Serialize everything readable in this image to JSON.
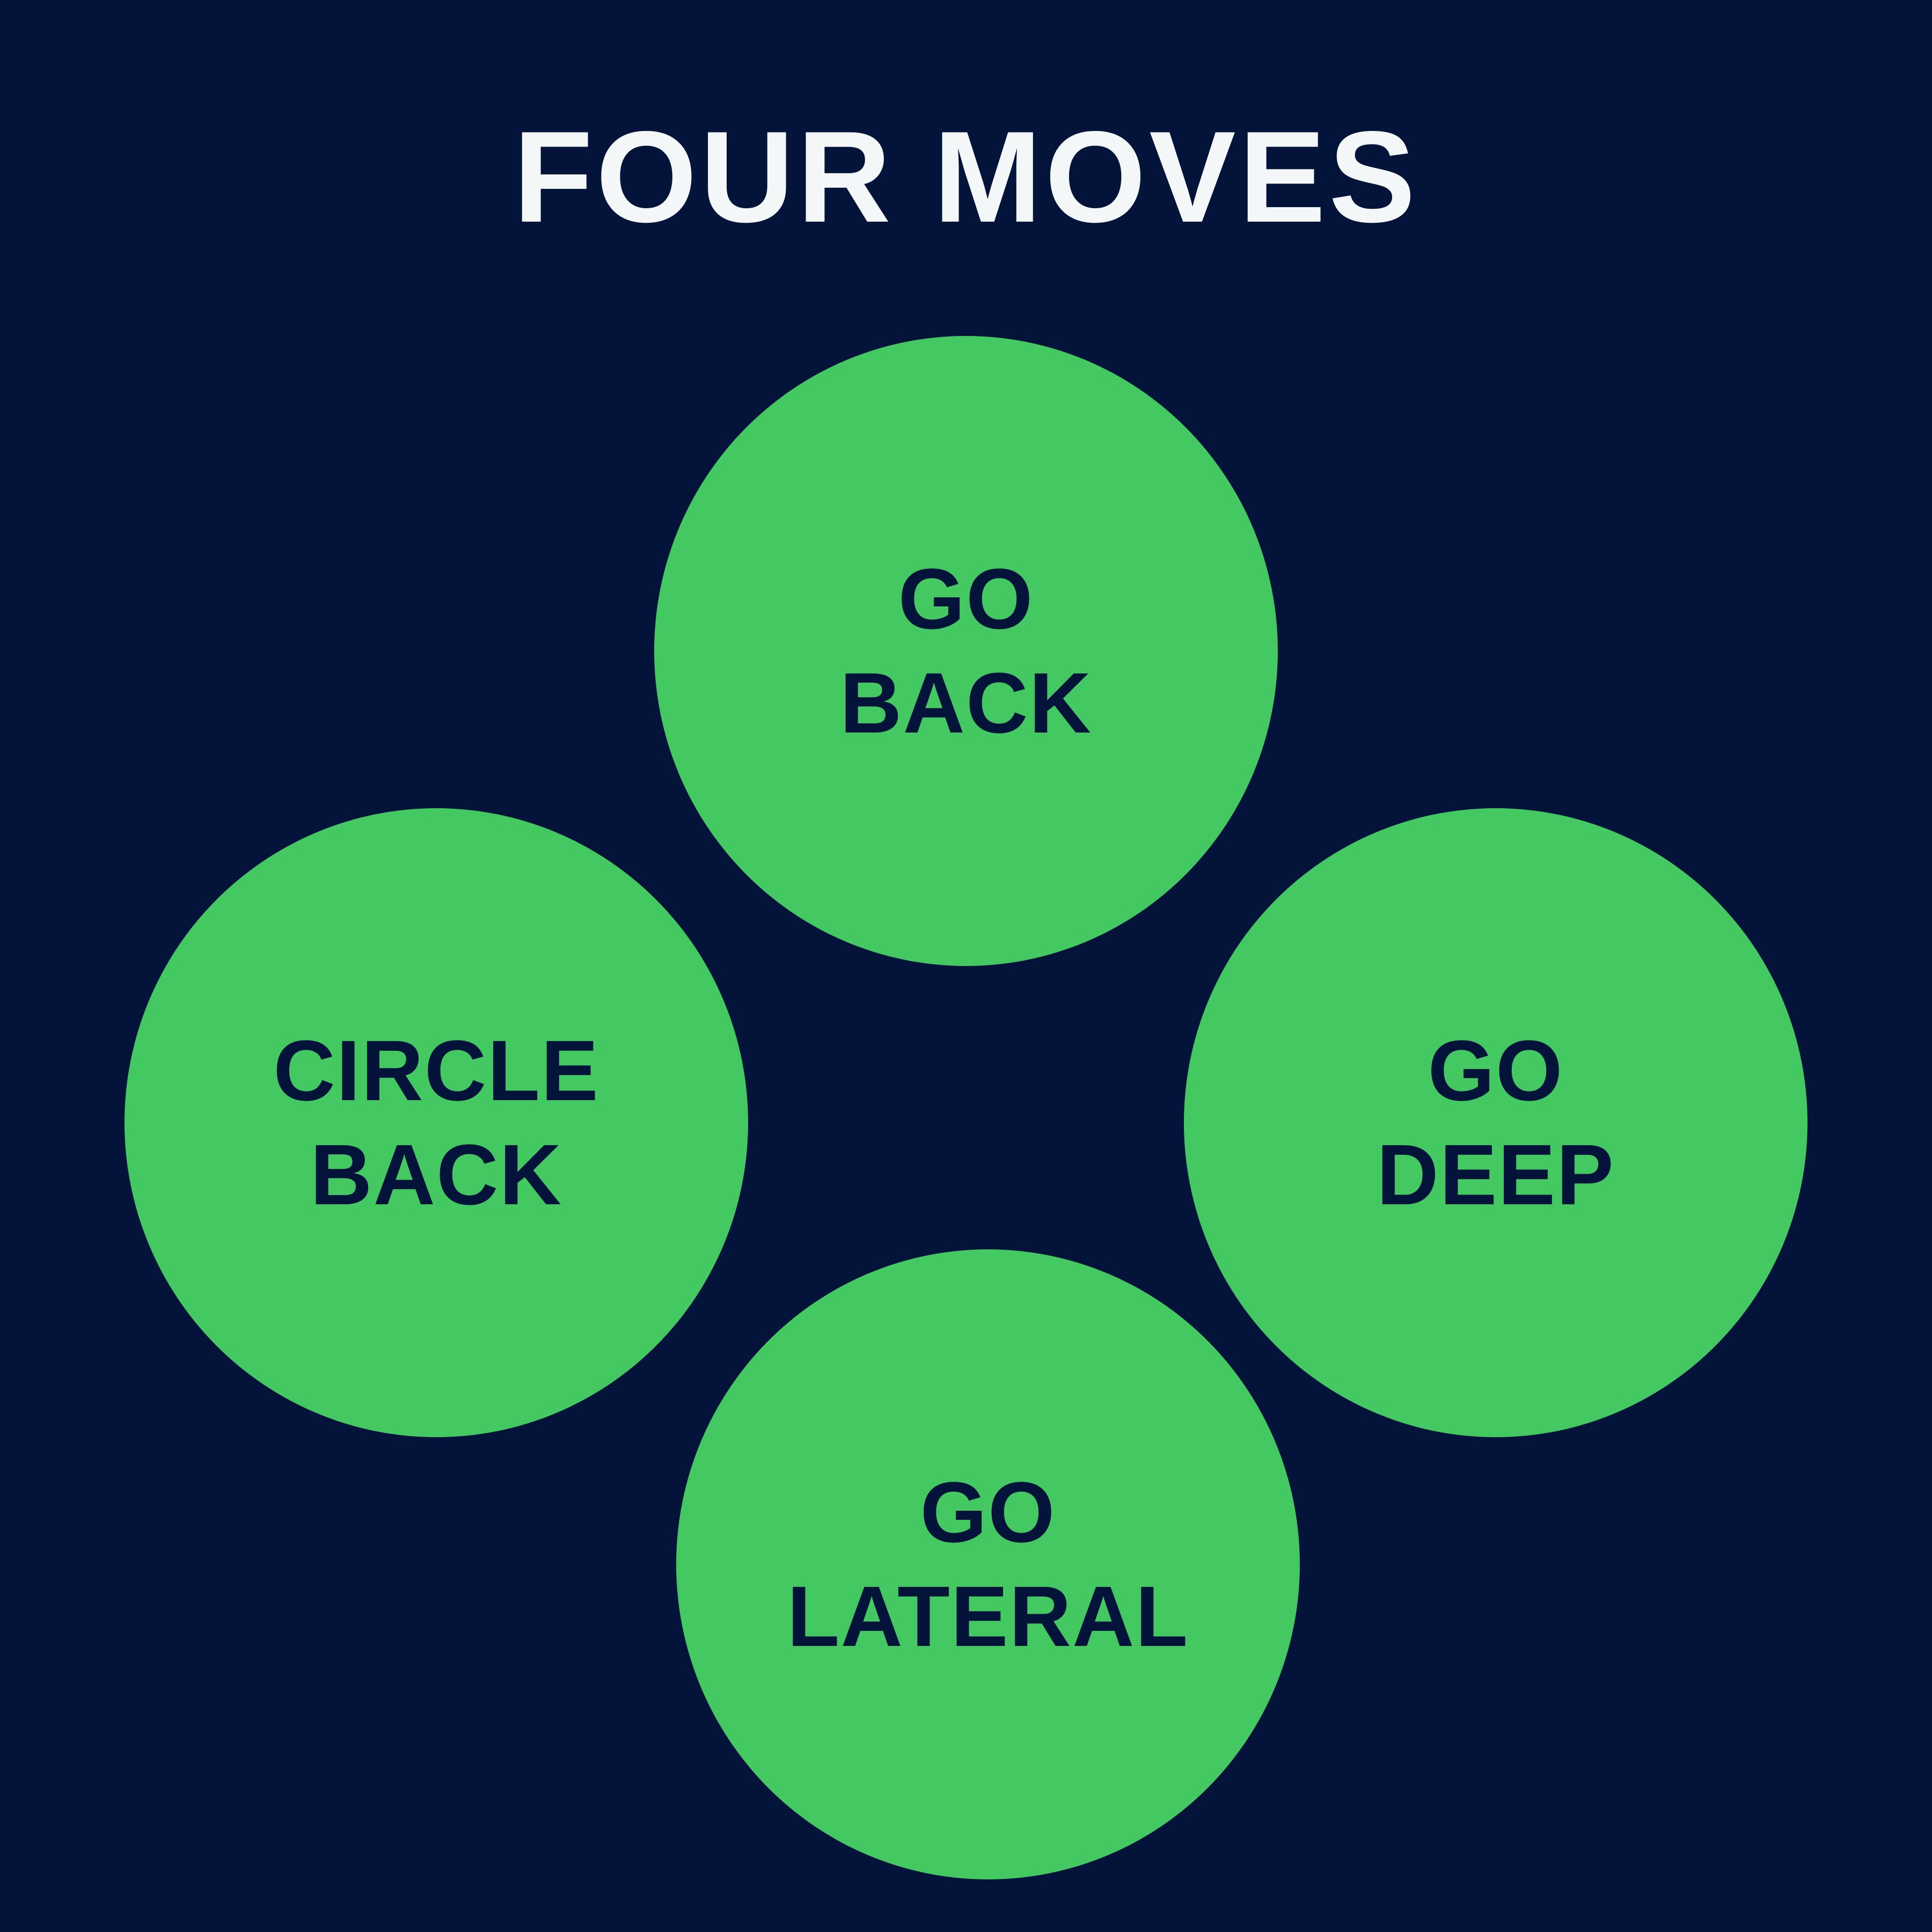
{
  "colors": {
    "background": "#03133a",
    "title": "#f3f7f7",
    "circle": "#44c962",
    "circle_text": "#03133a"
  },
  "title": "FOUR MOVES",
  "moves": [
    {
      "lines": [
        "GO",
        "BACK"
      ]
    },
    {
      "lines": [
        "CIRCLE",
        "BACK"
      ]
    },
    {
      "lines": [
        "GO",
        "DEEP"
      ]
    },
    {
      "lines": [
        "GO",
        "LATERAL"
      ]
    }
  ]
}
